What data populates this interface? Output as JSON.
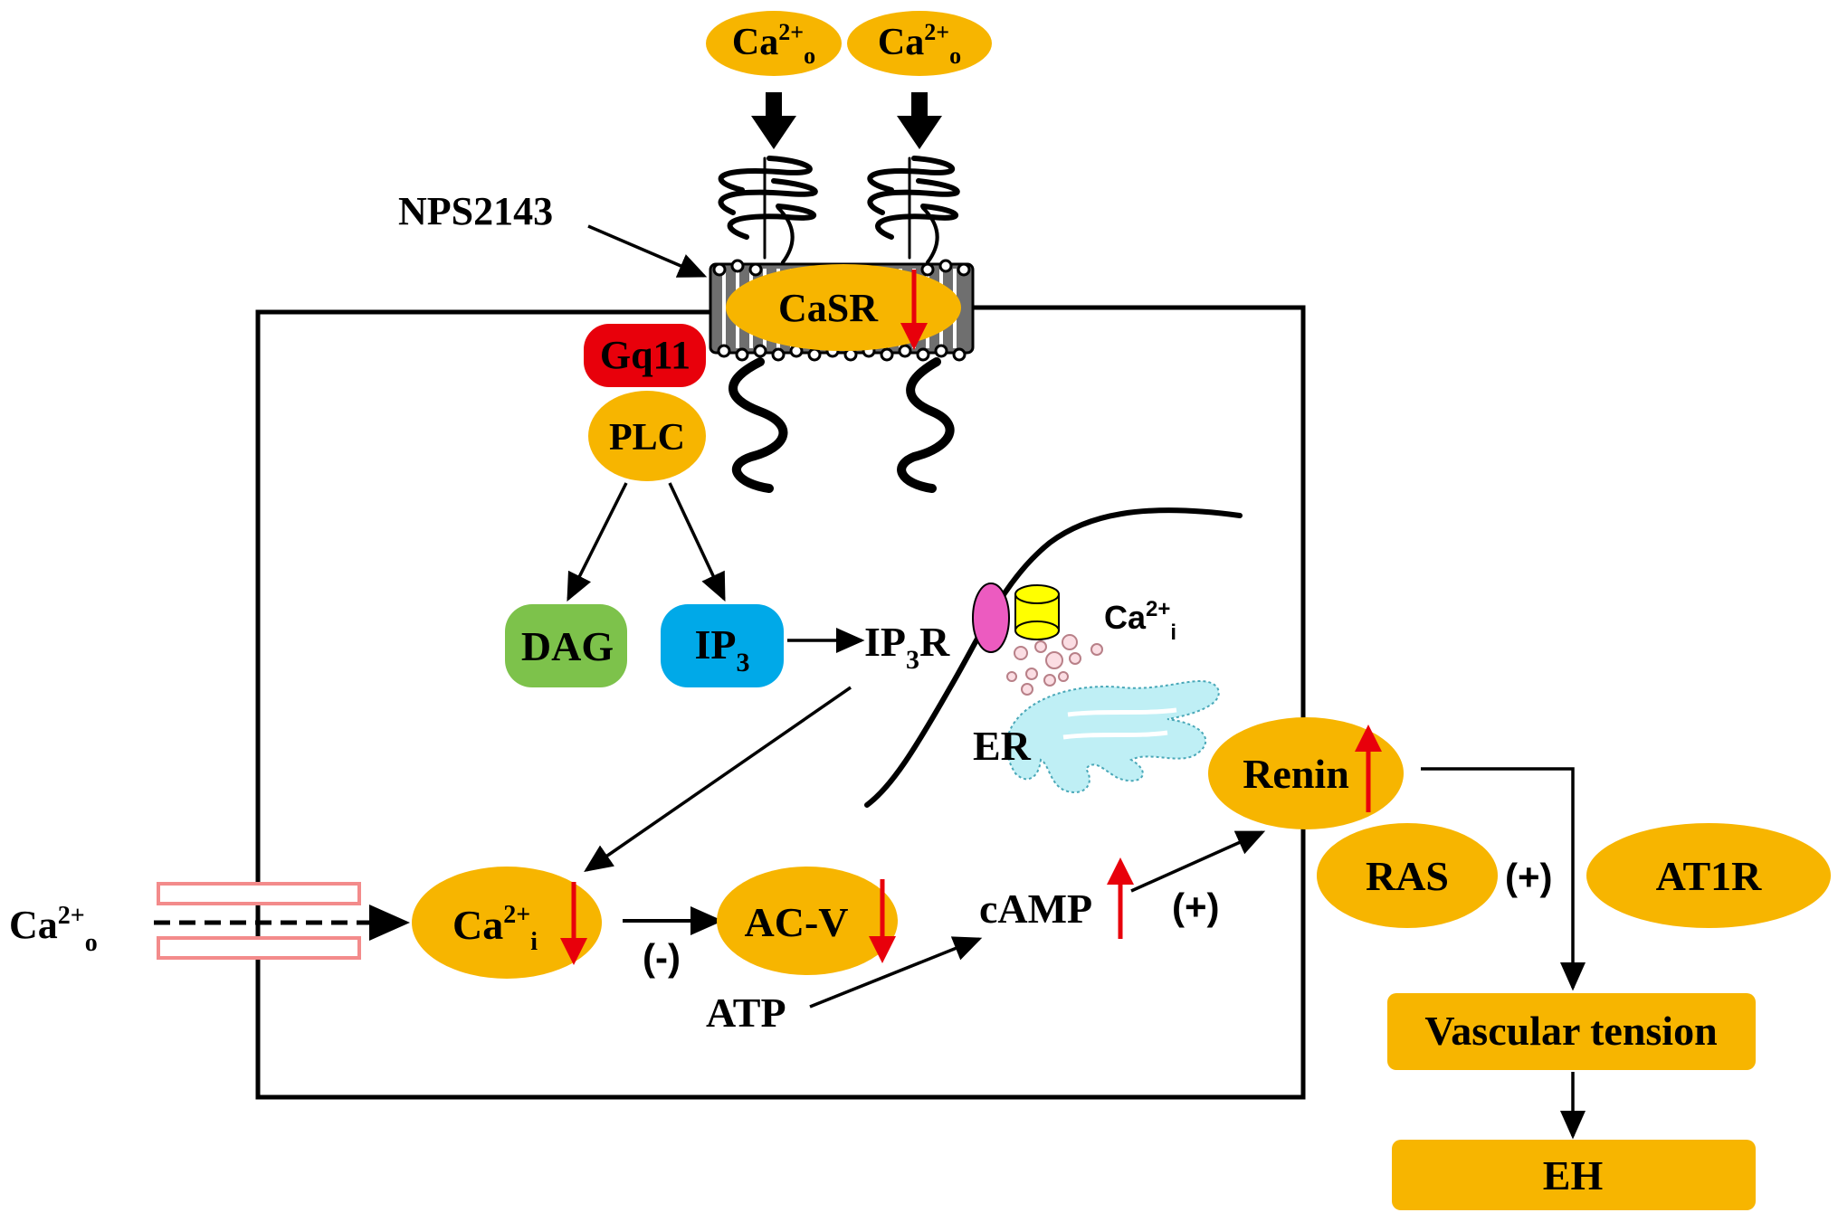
{
  "colors": {
    "node_orange": "#F7B500",
    "gq11_red": "#E8000B",
    "dag_green": "#7DC24B",
    "ip3_blue": "#00A9E8",
    "channel_pink": "#F38B8B",
    "arrow_red": "#E8000B",
    "ip3r_magenta": "#EC5BC0",
    "channel_yellow": "#FFFF00",
    "er_cyan": "#BFEFF5"
  },
  "extracellular": {
    "ca_left": {
      "base": "Ca",
      "sup": "2+",
      "sub": "o"
    },
    "ca_right": {
      "base": "Ca",
      "sup": "2+",
      "sub": "o"
    },
    "ca_channel": {
      "base": "Ca",
      "sup": "2+",
      "sub": "o"
    }
  },
  "labels": {
    "nps2143": "NPS2143",
    "casr": "CaSR",
    "gq11": "Gq11",
    "plc": "PLC",
    "dag": "DAG",
    "ip3": {
      "base": "IP",
      "sub": "3"
    },
    "ip3r": {
      "base": "IP",
      "sub": "3",
      "tail": "R"
    },
    "ca_er": {
      "base": "Ca",
      "sup": "2+",
      "sub": "i"
    },
    "er": "ER",
    "ca_i": {
      "base": "Ca",
      "sup": "2+",
      "sub": "i"
    },
    "acv": "AC-V",
    "camp": "cAMP",
    "atp": "ATP",
    "minus": "(-)",
    "plus_camp": "(+)",
    "renin": "Renin",
    "ras": "RAS",
    "plus_ras": "(+)",
    "at1r": "AT1R",
    "vascular_tension": "Vascular tension",
    "eh": "EH"
  },
  "regulation": {
    "casr": "down",
    "ca_i": "down",
    "acv": "down",
    "camp": "up",
    "renin": "up"
  }
}
